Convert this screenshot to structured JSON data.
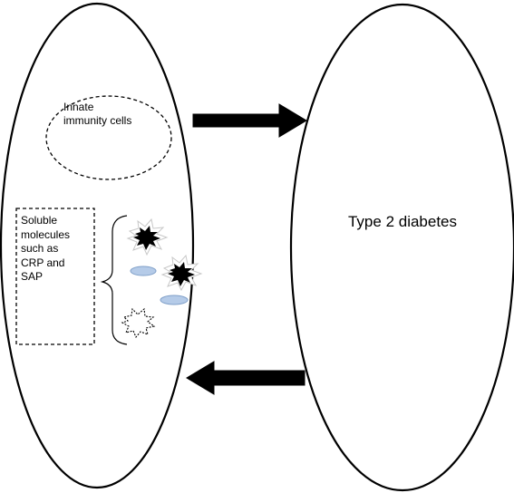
{
  "diagram": {
    "left_oval": {
      "innate_cells_label": "Innate\nimmunity cells",
      "soluble_molecules_label": "Soluble\nmolecules\nsuch as\nCRP and\nSAP"
    },
    "right_oval": {
      "title": "Type 2 diabetes"
    },
    "arrows": [
      "left-to-right",
      "right-to-left"
    ],
    "icons": [
      "spiky-molecule-icon",
      "oval-molecule-icon",
      "dashed-spiky-molecule-icon",
      "curly-brace-icon"
    ],
    "colors": {
      "stroke": "#000000",
      "fill": "#ffffff",
      "molecule_blue": "#b5cbe8",
      "molecule_blue_stroke": "#7f9fc8"
    }
  }
}
